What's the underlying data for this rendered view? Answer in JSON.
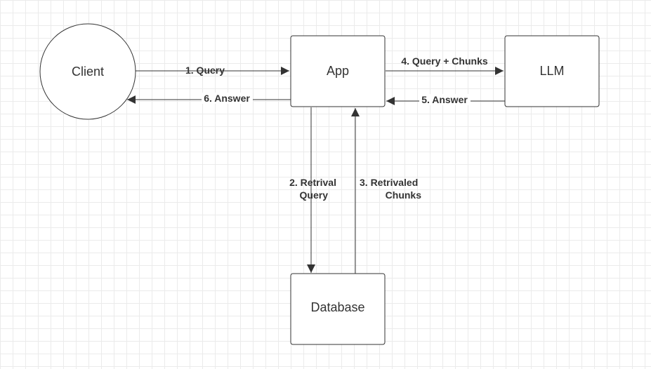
{
  "nodes": {
    "client": "Client",
    "app": "App",
    "llm": "LLM",
    "database": "Database"
  },
  "edges": {
    "query": "1. Query",
    "retrieval_query_line1": "2. Retrival",
    "retrieval_query_line2": "Query",
    "retrieved_chunks_line1": "3. Retrivaled",
    "retrieved_chunks_line2": "Chunks",
    "query_chunks": "4. Query + Chunks",
    "llm_answer": "5. Answer",
    "client_answer": "6. Answer"
  },
  "colors": {
    "stroke": "#333333",
    "grid": "#ebebeb",
    "background": "#ffffff"
  }
}
